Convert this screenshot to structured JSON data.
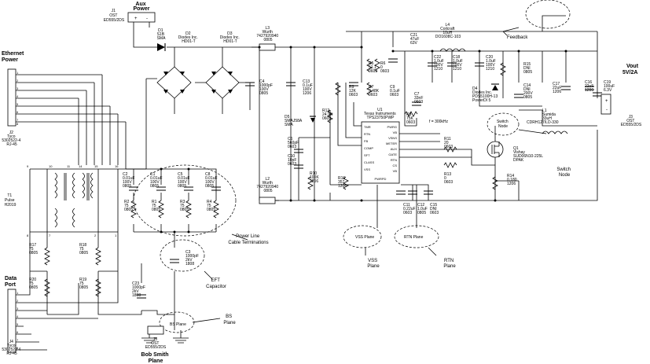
{
  "aux_power": {
    "title": [
      "Aux",
      "Power"
    ],
    "pins": [
      "+",
      "-"
    ]
  },
  "j1": [
    "J1",
    "OST",
    "ED555/2DS"
  ],
  "d1": [
    "D1",
    "S1B",
    "SMA"
  ],
  "d2": [
    "D2",
    "Diodes Inc.",
    "HD01-T"
  ],
  "d3": [
    "D3",
    "Diodes Inc.",
    "HD01-T"
  ],
  "l3": [
    "L3",
    "Wurth",
    "7427920940",
    "0805"
  ],
  "l2": [
    "L2",
    "Wurth",
    "7427920940",
    "0805"
  ],
  "c4": [
    "C4",
    "1000pF",
    "100V",
    "0805"
  ],
  "c13": [
    "C13",
    "0.1uF",
    "100V",
    "1206"
  ],
  "d5": [
    "D5",
    "SMAJ58A",
    "SMA"
  ],
  "r12": [
    "R12",
    "24.9K",
    "0603"
  ],
  "r5": [
    "R5",
    "51.1",
    "0603"
  ],
  "r6": [
    "R6",
    "0",
    "0603"
  ],
  "r7": [
    "R7",
    "3.48K",
    "0603"
  ],
  "c9": [
    "C9",
    "0.1uF",
    "0603"
  ],
  "r9": [
    "R9",
    "12K",
    "0603"
  ],
  "c21": [
    "C21",
    "47uF",
    "63V"
  ],
  "l4": [
    "L4",
    "Coilcraft",
    "10uH",
    "DO1608C-103"
  ],
  "c22": [
    "C22",
    "1.0uF",
    "100V",
    "1210"
  ],
  "c18": [
    "C18",
    "1.0uF",
    "100V",
    "1210"
  ],
  "c20": [
    "C20",
    "1.0uF",
    "100V",
    "1210"
  ],
  "c7": [
    "C7",
    "33nF",
    "0603"
  ],
  "r8": [
    "R8",
    "75K",
    "0603"
  ],
  "freq": "f = 300kHz",
  "d4": [
    "D4",
    "Diodes Inc.",
    "PDS5100H-13",
    "PowerDI 5"
  ],
  "r15": [
    "R15",
    "DNI",
    "0805"
  ],
  "c14": [
    "C14",
    "DNI",
    "200V",
    "0805"
  ],
  "c17": [
    "C17",
    "22uF",
    "1206"
  ],
  "c16": [
    "C16",
    "22uF",
    "1206"
  ],
  "c19": [
    "C19",
    "100uF",
    "6.3V"
  ],
  "l1": [
    "L1",
    "Sumida",
    "33uH",
    "CDRH127/LD-330"
  ],
  "vout": [
    "Vout",
    "5V/2A"
  ],
  "j3": [
    "J3",
    "OST",
    "ED555/2DS"
  ],
  "feedback": "Feedback",
  "switch_node": [
    "Switch",
    "Node"
  ],
  "switch_node_label": [
    "Switch",
    "Node"
  ],
  "q1": [
    "Q1",
    "Vishay",
    "SUD06N10-225L",
    "DPAK"
  ],
  "r11": [
    "R11",
    "20",
    "0603"
  ],
  "r13": [
    "R13",
    "0",
    "0603"
  ],
  "r14": [
    "R14",
    "0.180",
    "1206"
  ],
  "c6": [
    "C6",
    "560pF",
    "0603"
  ],
  "c10": [
    "C10",
    "10pF",
    "0603"
  ],
  "r10": [
    "R10",
    "100K",
    "1206"
  ],
  "r16": [
    "R16",
    "357",
    "1206"
  ],
  "u1": {
    "label": [
      "U1",
      "Texas Instruments",
      "TPS23750PWP"
    ],
    "left_pins": [
      "TMR",
      "RTN",
      "FB",
      "COMP",
      "SFT",
      "CLASS",
      "VSS"
    ],
    "right_pins": [
      "PWRG",
      "VB",
      "VSNS",
      "METER",
      "AUX",
      "GATE",
      "RTN",
      "CS",
      "VB"
    ],
    "bottom": "PWRPD"
  },
  "c11": [
    "C11",
    "0.22uF",
    "0603"
  ],
  "c12": [
    "C12",
    "1.0uF",
    "0805"
  ],
  "c15": [
    "C15",
    "DNI",
    "0603"
  ],
  "vss_plane": "VSS Plane",
  "rtn_plane": "RTN Plane",
  "vss_plane_label": [
    "VSS",
    "Plane"
  ],
  "rtn_plane_label": [
    "RTN",
    "Plane"
  ],
  "eth_power": [
    "Ethernet",
    "Power"
  ],
  "j2": [
    "J2",
    "Tyco",
    "5302522-4",
    "RJ-45"
  ],
  "t1": [
    "T1",
    "Pulse",
    "H2019"
  ],
  "c2": [
    "C2",
    "0.01uF",
    "100V",
    "0805"
  ],
  "c1": [
    "C1",
    "0.01uF",
    "100V",
    "0805"
  ],
  "c5": [
    "C5",
    "0.01uF",
    "100V",
    "0805"
  ],
  "c8": [
    "C8",
    "0.01uF",
    "100V",
    "0805"
  ],
  "r2": [
    "R2",
    "75",
    "0805"
  ],
  "r1": [
    "R1",
    "75",
    "0805"
  ],
  "r3": [
    "R3",
    "75",
    "0805"
  ],
  "r4": [
    "R4",
    "75",
    "0805"
  ],
  "power_line": [
    "Power Line",
    "Cable Terminations"
  ],
  "c3": [
    "C3",
    "1000pF",
    "2kV",
    "1808"
  ],
  "eft": [
    "EFT",
    "Capacitor"
  ],
  "r17": [
    "R17",
    "75",
    "0805"
  ],
  "r18": [
    "R18",
    "75",
    "0805"
  ],
  "r20": [
    "R20",
    "75",
    "0805"
  ],
  "r19": [
    "R19",
    "75",
    "0805"
  ],
  "data_port": [
    "Data",
    "Port"
  ],
  "j4": [
    "J4",
    "Tyco",
    "5302522-4",
    "RJ-45"
  ],
  "c23": [
    "C23",
    "1000pF",
    "2kV",
    "1808"
  ],
  "j5": [
    "J5",
    "OST",
    "ED555/2DS"
  ],
  "bob_smith": [
    "Bob Smith",
    "Plane"
  ],
  "bs_plane": "BS Plane",
  "bs_plane_label": [
    "BS",
    "Plane"
  ],
  "t1_pins": [
    "9",
    "10",
    "11",
    "14",
    "15",
    "16",
    "8",
    "7",
    "2",
    "1"
  ],
  "j2_pins": [
    "1",
    "2",
    "3",
    "4",
    "5",
    "6",
    "7",
    "8"
  ],
  "j4_pins": [
    "1",
    "2",
    "3",
    "4",
    "5",
    "6",
    "7",
    "8"
  ]
}
